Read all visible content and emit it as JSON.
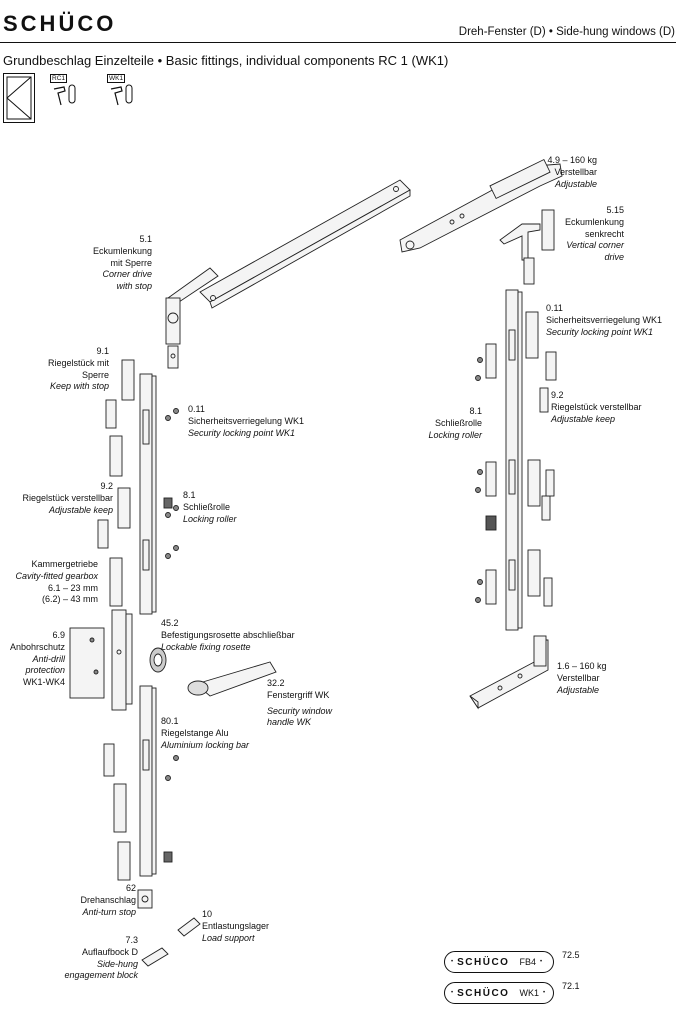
{
  "header": {
    "brand": "SCHÜCO",
    "window_type": "Dreh-Fenster (D) • Side-hung windows (D)"
  },
  "subtitle": "Grundbeschlag Einzelteile • Basic fittings, individual components RC 1 (WK1)",
  "icons": {
    "rc1": "RC1",
    "wk1": "WK1"
  },
  "parts": {
    "p4_9": {
      "lines": [
        "4.9 – 160 kg",
        "Verstellbar"
      ],
      "italic": [
        "Adjustable"
      ]
    },
    "p5_15": {
      "lines": [
        "5.15",
        "Eckumlenkung",
        "senkrecht"
      ],
      "italic": [
        "Vertical corner",
        "drive"
      ]
    },
    "p5_1": {
      "lines": [
        "5.1",
        "Eckumlenkung",
        "mit Sperre"
      ],
      "italic": [
        "Corner drive",
        "with stop"
      ]
    },
    "p0_11_right": {
      "lines": [
        "0.11",
        "Sicherheitsverriegelung WK1"
      ],
      "italic": [
        "Security locking point WK1"
      ]
    },
    "p9_1": {
      "lines": [
        "9.1",
        "Riegelstück mit",
        "Sperre"
      ],
      "italic": [
        "Keep with stop"
      ]
    },
    "p0_11_left": {
      "lines": [
        "0.11",
        "Sicherheitsverriegelung WK1"
      ],
      "italic": [
        "Security locking point WK1"
      ]
    },
    "p9_2_right": {
      "lines": [
        "9.2",
        "Riegelstück verstellbar"
      ],
      "italic": [
        "Adjustable keep"
      ]
    },
    "p8_1_right": {
      "lines": [
        "8.1",
        "Schließrolle"
      ],
      "italic": [
        "Locking roller"
      ]
    },
    "p9_2_left": {
      "lines": [
        "9.2",
        "Riegelstück verstellbar"
      ],
      "italic": [
        "Adjustable keep"
      ]
    },
    "p8_1_left": {
      "lines": [
        "8.1",
        "Schließrolle"
      ],
      "italic": [
        "Locking roller"
      ]
    },
    "gearbox": {
      "lines": [
        "Kammergetriebe"
      ],
      "italic": [
        "Cavity-fitted gearbox"
      ],
      "extra": [
        "6.1 – 23 mm",
        "(6.2) – 43 mm"
      ]
    },
    "p45_2": {
      "lines": [
        "45.2",
        "Befestigungsrosette abschließbar"
      ],
      "italic": [
        "Lockable fixing rosette"
      ]
    },
    "p6_9": {
      "lines": [
        "6.9",
        "Anbohrschutz"
      ],
      "italic": [
        "Anti-drill",
        "protection"
      ],
      "extra": [
        "WK1-WK4"
      ]
    },
    "p32_2": {
      "lines": [
        "32.2",
        "Fenstergriff WK"
      ],
      "italic": [
        "Security window",
        "handle WK"
      ]
    },
    "p1_6": {
      "lines": [
        "1.6 – 160 kg",
        "Verstellbar"
      ],
      "italic": [
        "Adjustable"
      ]
    },
    "p80_1": {
      "lines": [
        "80.1",
        "Riegelstange Alu"
      ],
      "italic": [
        "Aluminium locking bar"
      ]
    },
    "p62": {
      "lines": [
        "62",
        "Drehanschlag"
      ],
      "italic": [
        "Anti-turn stop"
      ]
    },
    "p10": {
      "lines": [
        "10",
        "Entlastungslager"
      ],
      "italic": [
        "Load support"
      ]
    },
    "p7_3": {
      "lines": [
        "7.3",
        "Auflaufbock D"
      ],
      "italic": [
        "Side-hung",
        "engagement block"
      ]
    }
  },
  "badges": [
    {
      "brand": "SCHÜCO",
      "code": "FB4",
      "number": "72.5"
    },
    {
      "brand": "SCHÜCO",
      "code": "WK1",
      "number": "72.1"
    }
  ]
}
